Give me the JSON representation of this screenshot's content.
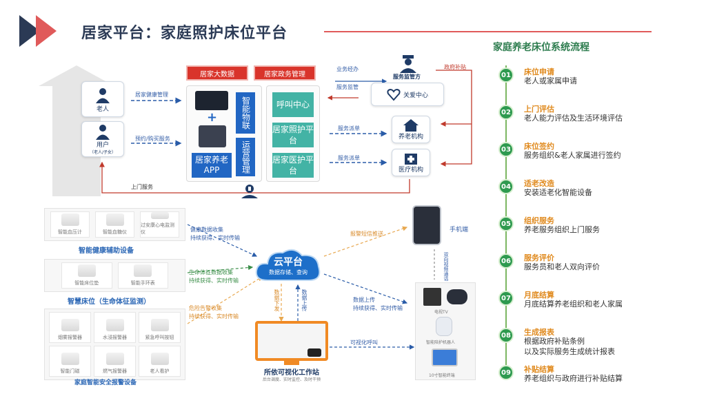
{
  "title": "居家平台：家庭照护床位平台",
  "colors": {
    "accent": "#e05a5a",
    "navy": "#2b3a55",
    "green": "#2e9a4f",
    "orange": "#e08a1e",
    "blue": "#2166c3",
    "teal": "#43b3a5",
    "red": "#d9342b"
  },
  "flow": {
    "title": "家庭养老床位系统流程",
    "steps": [
      {
        "num": "01",
        "title": "床位申请",
        "desc": "老人或家属申请"
      },
      {
        "num": "02",
        "title": "上门评估",
        "desc": "老人能力评估及生活环境评估"
      },
      {
        "num": "03",
        "title": "床位签约",
        "desc": "服务组织&老人家属进行签约"
      },
      {
        "num": "04",
        "title": "适老改造",
        "desc": "安装适老化智能设备"
      },
      {
        "num": "05",
        "title": "组织服务",
        "desc": "养老服务组织上门服务"
      },
      {
        "num": "06",
        "title": "服务评价",
        "desc": "服务员和老人双向评价"
      },
      {
        "num": "07",
        "title": "月底结算",
        "desc": "月底结算养老组织和老人家属"
      },
      {
        "num": "08",
        "title": "生成报表",
        "desc": "根据政府补贴条例\n以及实际服务生成统计报表"
      },
      {
        "num": "09",
        "title": "补贴结算",
        "desc": "养老组织与政府进行补贴结算"
      }
    ]
  },
  "top": {
    "big_data": "居家大数据",
    "gov_mgmt": "居家政务管理",
    "elder": "老人",
    "user": "用户",
    "user_sub": "（老人/子女）",
    "health_mgmt": "居家健康管理",
    "booking": "预约/购买服务",
    "smart": "智能物联",
    "ops": "运营管理",
    "app": "居家养老APP",
    "call_center": "呼叫中心",
    "care_platform": "居家照护平台",
    "medical_platform": "居家医护平台",
    "supervisor": "服务监管方",
    "gov_subsidy": "政府补贴",
    "biz_sub": "业务经办",
    "service_sup": "服务监管",
    "care_center": "关爱中心",
    "service_order1": "服务派单",
    "service_order2": "服务派单",
    "elder_org": "养老机构",
    "medical_org": "医疗机构",
    "door_service": "上门服务"
  },
  "bottom": {
    "cloud_title": "云平台",
    "cloud_sub": "数据存储、查询",
    "cat1": "智能健康辅助设备",
    "cat2": "智慧床位（生命体征监测）",
    "cat3": "家庭智能安全报警设备",
    "devs1": [
      "智能血压计",
      "智能血糖仪",
      "过安康心电监测仪"
    ],
    "devs2": [
      "智能床位垫",
      "智能手环表"
    ],
    "devs3": [
      "烟雾报警器",
      "水浸报警器",
      "紧急呼叫按钮",
      "智能门磁",
      "燃气报警器",
      "老人看护"
    ],
    "lbl1a": "健康数据收集",
    "lbl1b": "持续获得、实时传输",
    "lbl2a": "生命体征数据收集",
    "lbl2b": "持续获得、实时传输",
    "lbl3a": "危险告警收集",
    "lbl3b": "持续获得、实时传输",
    "alarm": "报警短信推送",
    "phone": "手机端",
    "dual": "双向视频通话",
    "data_up": "数据上传",
    "data_up2": "持续获得、实时传输",
    "data_down1": "数据下发",
    "data_down2": "数据上传",
    "workstation": "所依可视化工作站",
    "workstation_sub": "后台调度、实时监控、及时干预",
    "visual_call": "可视化呼叫",
    "dev_tv": "电视TV",
    "robot": "智能陪护机器人",
    "tablet": "10寸智能终端"
  }
}
